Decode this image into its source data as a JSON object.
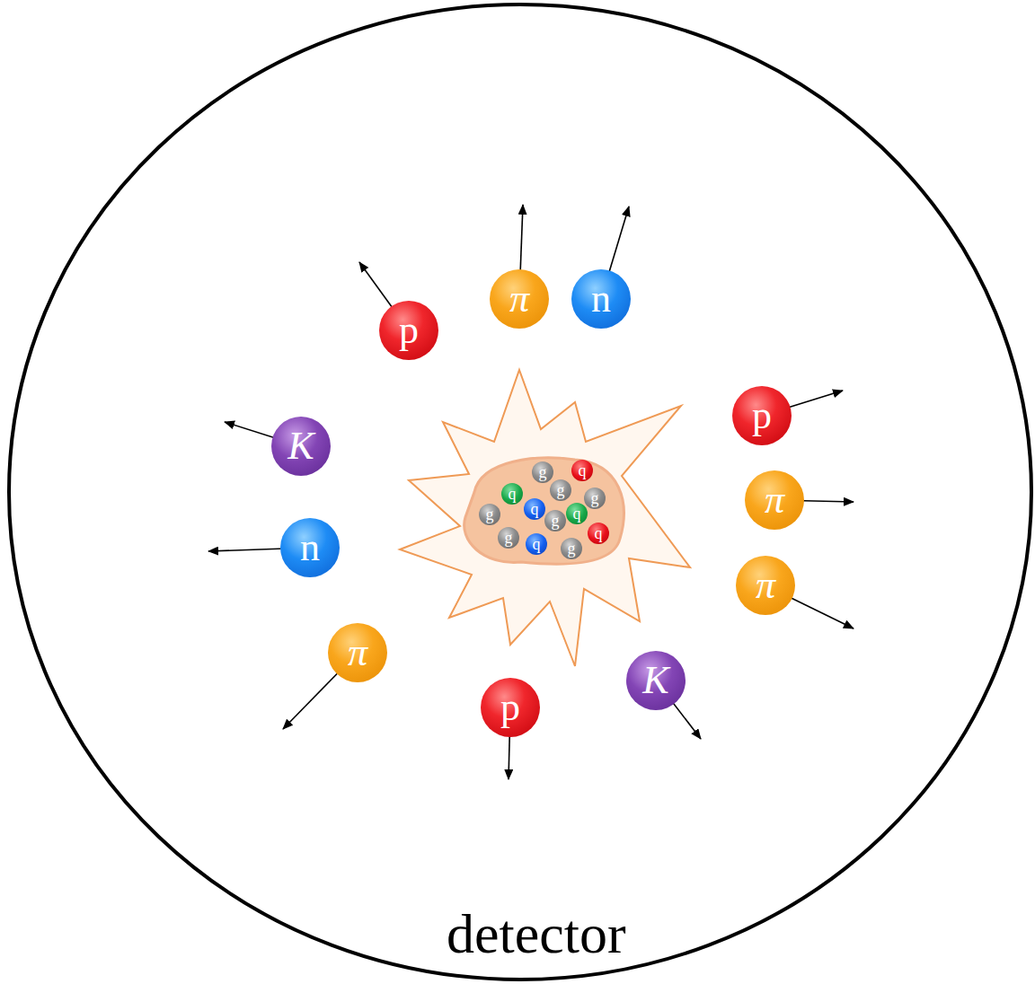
{
  "diagram": {
    "nodes": [
      {
        "text": [
          "detector"
        ]
      },
      {
        "text": [
          "π"
        ],
        "in": 0
      },
      {
        "text": [
          "n"
        ],
        "in": 0
      },
      {
        "text": [
          "p"
        ],
        "in": 0
      },
      {
        "text": [
          "p"
        ],
        "in": 0
      },
      {
        "text": [
          "K"
        ],
        "in": 0
      },
      {
        "text": [
          "π"
        ],
        "in": 0
      },
      {
        "text": [
          "n"
        ],
        "in": 0
      },
      {
        "text": [
          "π"
        ],
        "in": 0
      },
      {
        "text": [
          "π"
        ],
        "in": 0
      },
      {
        "text": [
          "K"
        ],
        "in": 0
      },
      {
        "text": [
          "p"
        ],
        "in": 0
      },
      {
        "text": [
          "g"
        ],
        "in": 0
      },
      {
        "text": [
          "q"
        ],
        "in": 0
      },
      {
        "text": [
          "g"
        ],
        "in": 0
      },
      {
        "text": [
          "q"
        ],
        "in": 0
      },
      {
        "text": [
          "g"
        ],
        "in": 0
      },
      {
        "text": [
          "q"
        ],
        "in": 0
      },
      {
        "text": [
          "g"
        ],
        "in": 0
      },
      {
        "text": [
          "g"
        ],
        "in": 0
      },
      {
        "text": [
          "q"
        ],
        "in": 0
      },
      {
        "text": [
          "q"
        ],
        "in": 0
      },
      {
        "text": [
          "g"
        ],
        "in": 0
      },
      {
        "text": [
          "q"
        ],
        "in": 0
      },
      {
        "text": [
          "g"
        ],
        "in": 0
      }
    ]
  }
}
